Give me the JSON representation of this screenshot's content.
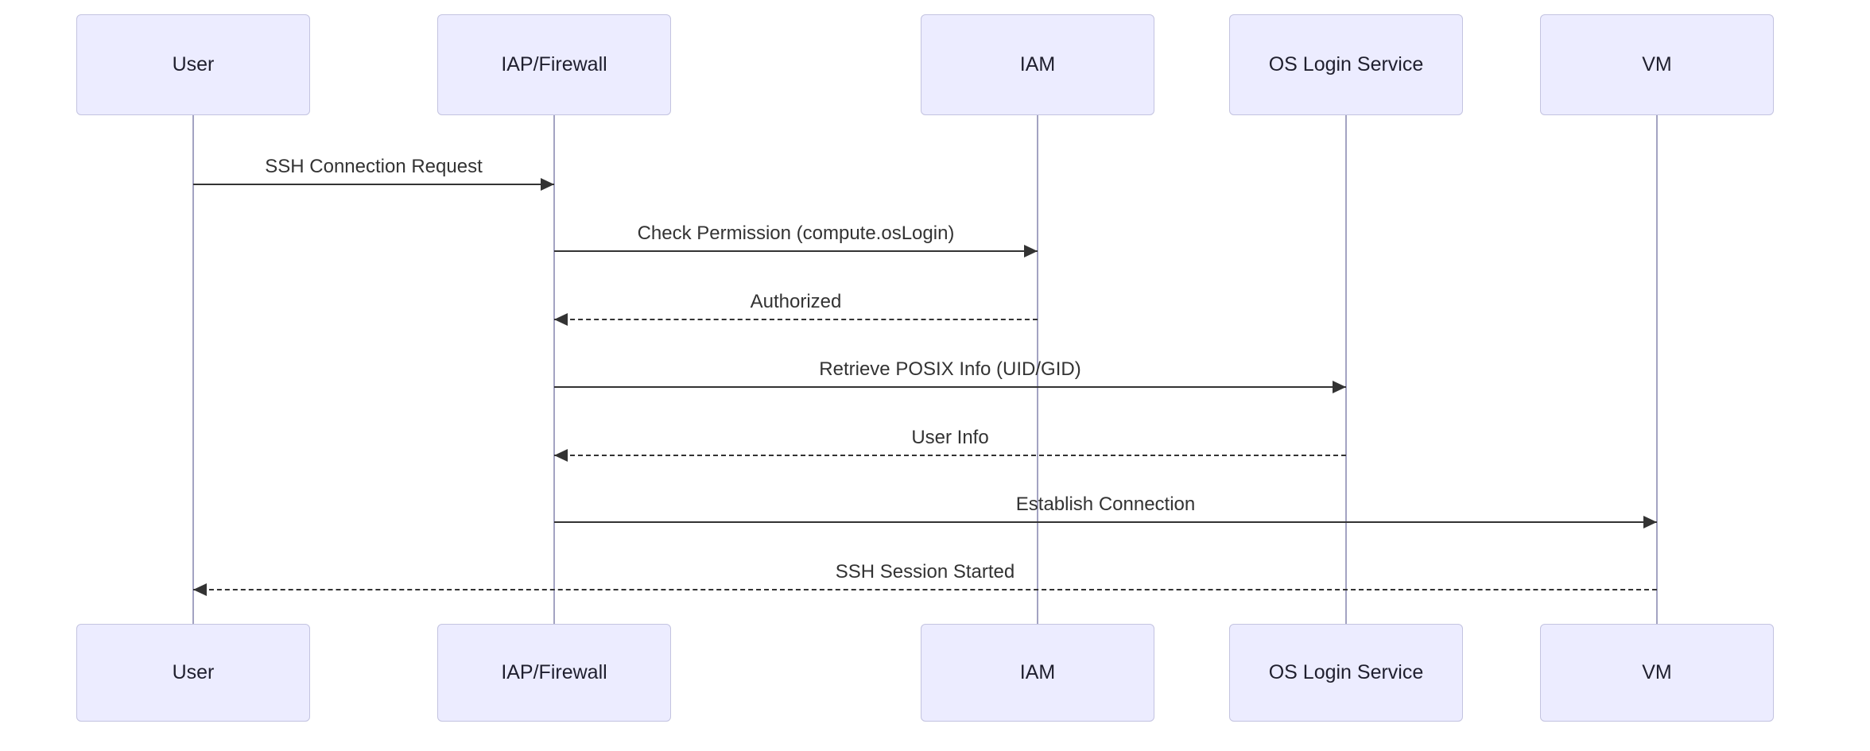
{
  "diagram": {
    "type": "sequence",
    "actors": [
      {
        "label": "User"
      },
      {
        "label": "IAP/Firewall"
      },
      {
        "label": "IAM"
      },
      {
        "label": "OS Login Service"
      },
      {
        "label": "VM"
      }
    ],
    "messages": [
      {
        "from": 0,
        "to": 1,
        "label": "SSH Connection Request",
        "style": "solid"
      },
      {
        "from": 1,
        "to": 2,
        "label": "Check Permission (compute.osLogin)",
        "style": "solid"
      },
      {
        "from": 2,
        "to": 1,
        "label": "Authorized",
        "style": "dashed"
      },
      {
        "from": 1,
        "to": 3,
        "label": "Retrieve POSIX Info (UID/GID)",
        "style": "solid"
      },
      {
        "from": 3,
        "to": 1,
        "label": "User Info",
        "style": "dashed"
      },
      {
        "from": 1,
        "to": 4,
        "label": "Establish Connection",
        "style": "solid"
      },
      {
        "from": 4,
        "to": 0,
        "label": "SSH Session Started",
        "style": "dashed"
      }
    ],
    "colors": {
      "actor_fill": "#ECECFF",
      "actor_border": "#c3c3e0",
      "actor_text": "#1f1f2e",
      "text": "#333333",
      "arrow": "#333333",
      "lifeline": "#a3a3c2",
      "background": "#ffffff"
    }
  }
}
